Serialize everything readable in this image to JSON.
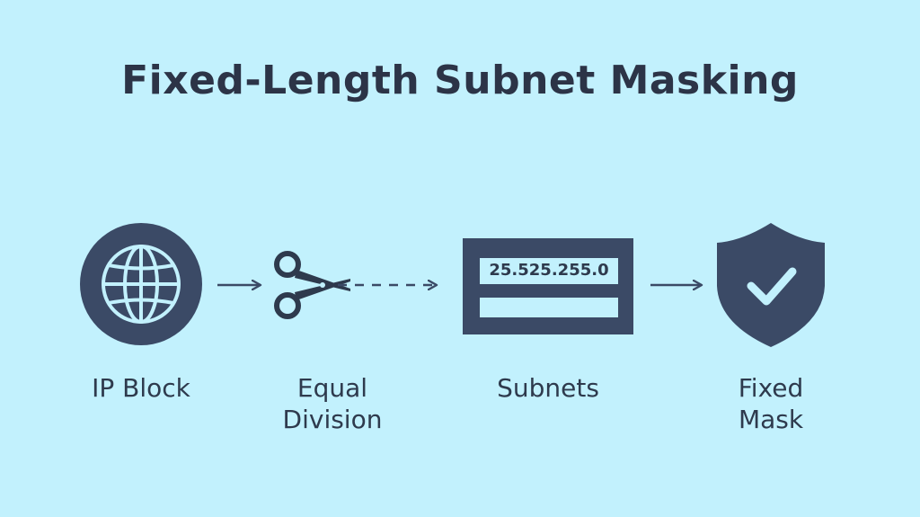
{
  "title": "Fixed-Length Subnet Masking",
  "steps": [
    {
      "icon": "globe-icon",
      "label": "IP Block"
    },
    {
      "icon": "scissors-icon",
      "label_line1": "Equal",
      "label_line2": "Division"
    },
    {
      "icon": "subnet-card-icon",
      "label": "Subnets",
      "mask_value": "25.525.255.0"
    },
    {
      "icon": "shield-check-icon",
      "label_line1": "Fixed",
      "label_line2": "Mask"
    }
  ],
  "colors": {
    "background": "#c2f1fd",
    "icon_fill": "#3b4a66",
    "text": "#2e3a4d"
  }
}
